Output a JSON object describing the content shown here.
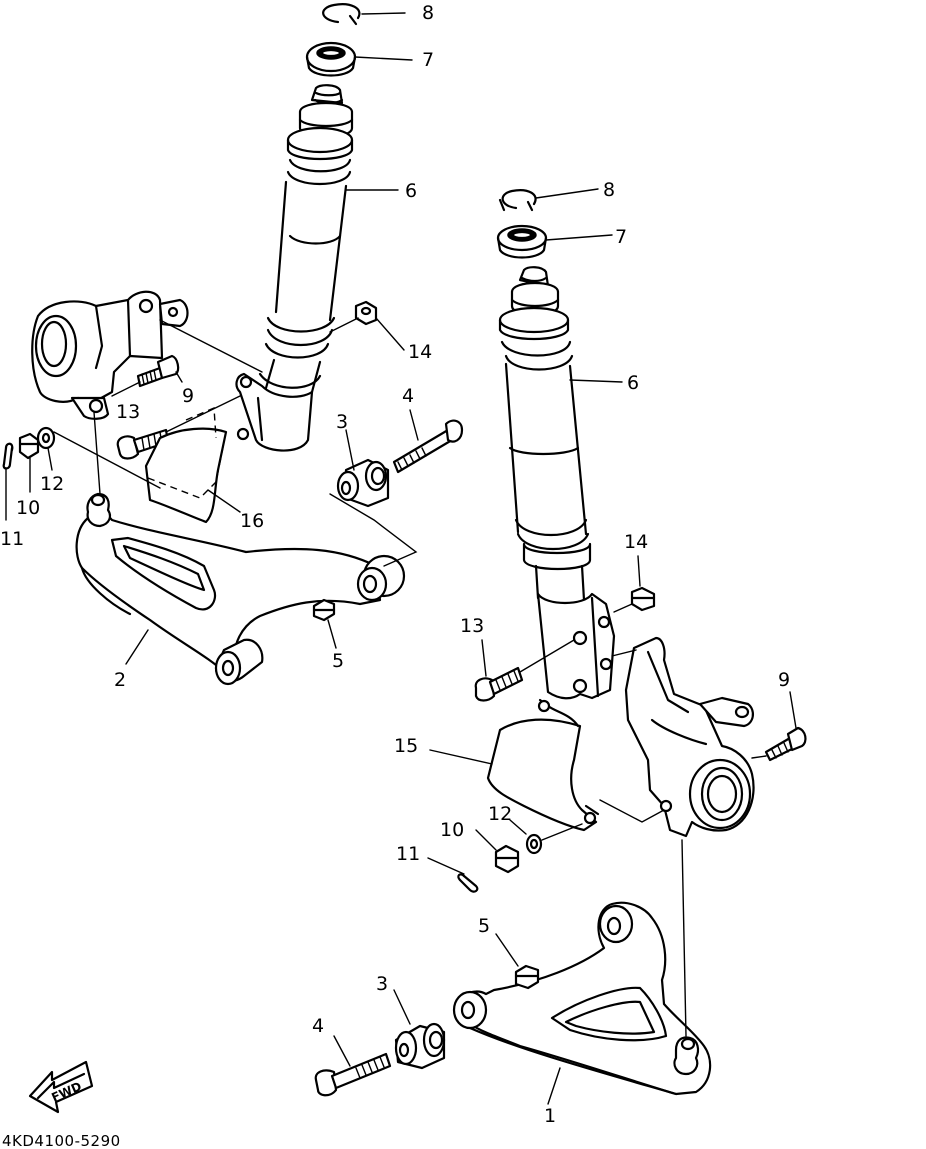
{
  "diagram_code": "4KD4100-5290",
  "fwd_label": "FWD",
  "callouts": [
    {
      "id": "c8a",
      "text": "8"
    },
    {
      "id": "c7a",
      "text": "7"
    },
    {
      "id": "c6a",
      "text": "6"
    },
    {
      "id": "c14a",
      "text": "14"
    },
    {
      "id": "c9a",
      "text": "9"
    },
    {
      "id": "c13a",
      "text": "13"
    },
    {
      "id": "c4a",
      "text": "4"
    },
    {
      "id": "c3a",
      "text": "3"
    },
    {
      "id": "c12a",
      "text": "12"
    },
    {
      "id": "c10a",
      "text": "10"
    },
    {
      "id": "c11a",
      "text": "11"
    },
    {
      "id": "c16",
      "text": "16"
    },
    {
      "id": "c5a",
      "text": "5"
    },
    {
      "id": "c2",
      "text": "2"
    },
    {
      "id": "c8b",
      "text": "8"
    },
    {
      "id": "c7b",
      "text": "7"
    },
    {
      "id": "c6b",
      "text": "6"
    },
    {
      "id": "c14b",
      "text": "14"
    },
    {
      "id": "c13b",
      "text": "13"
    },
    {
      "id": "c9b",
      "text": "9"
    },
    {
      "id": "c15",
      "text": "15"
    },
    {
      "id": "c12b",
      "text": "12"
    },
    {
      "id": "c10b",
      "text": "10"
    },
    {
      "id": "c11b",
      "text": "11"
    },
    {
      "id": "c5b",
      "text": "5"
    },
    {
      "id": "c3b",
      "text": "3"
    },
    {
      "id": "c4b",
      "text": "4"
    },
    {
      "id": "c1",
      "text": "1"
    }
  ]
}
